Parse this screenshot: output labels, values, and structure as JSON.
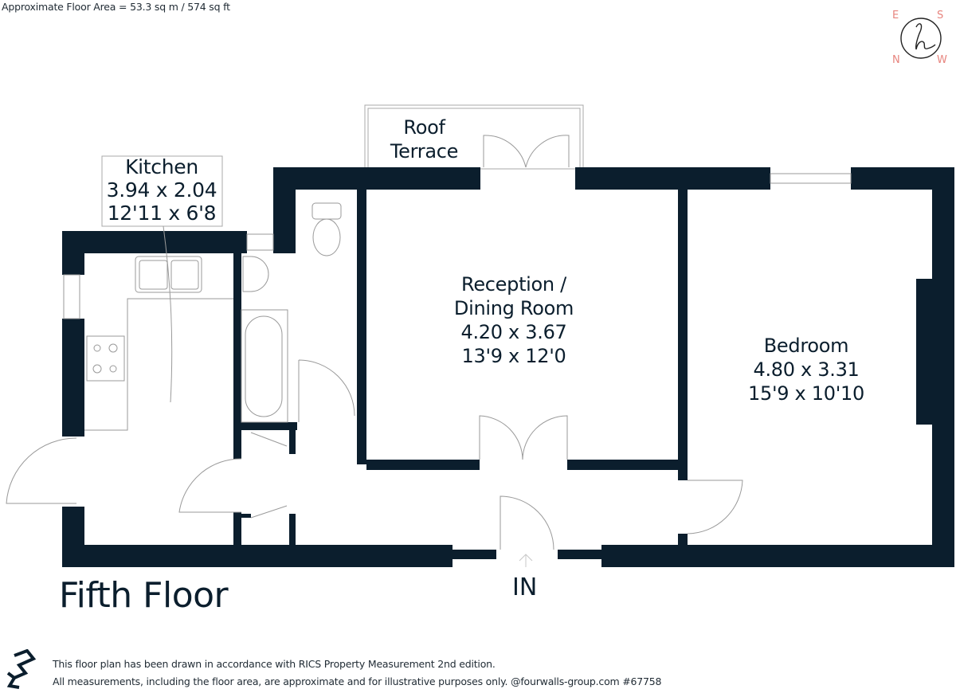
{
  "header": {
    "floor_area": "Approximate Floor Area = 53.3 sq m / 574 sq ft"
  },
  "compass": {
    "letters": {
      "top_left": "E",
      "top_right": "S",
      "bottom_left": "N",
      "bottom_right": "W"
    },
    "logo_glyph": "h",
    "accent_color": "#e7847e"
  },
  "rooms": [
    {
      "name": "Kitchen",
      "metric": "3.94 x 2.04",
      "imperial": "12'11 x 6'8"
    },
    {
      "name": "Reception / Dining Room",
      "name_line1": "Reception /",
      "name_line2": "Dining Room",
      "metric": "4.20 x 3.67",
      "imperial": "13'9 x 12'0"
    },
    {
      "name": "Bedroom",
      "metric": "4.80 x 3.31",
      "imperial": "15'9 x 10'10"
    }
  ],
  "terrace": {
    "line1": "Roof",
    "line2": "Terrace"
  },
  "entrance": {
    "label": "IN"
  },
  "floor": {
    "title": "Fifth Floor"
  },
  "footer": {
    "line1": "This floor plan has been drawn in accordance with RICS Property Measurement 2nd edition.",
    "line2": "All measurements, including the floor area, are approximate and for illustrative purposes only. @fourwalls-group.com #67758"
  },
  "colors": {
    "wall": "#0b1e2d",
    "fixture_line": "#9a9a9a",
    "text": "#0b1e2d"
  }
}
